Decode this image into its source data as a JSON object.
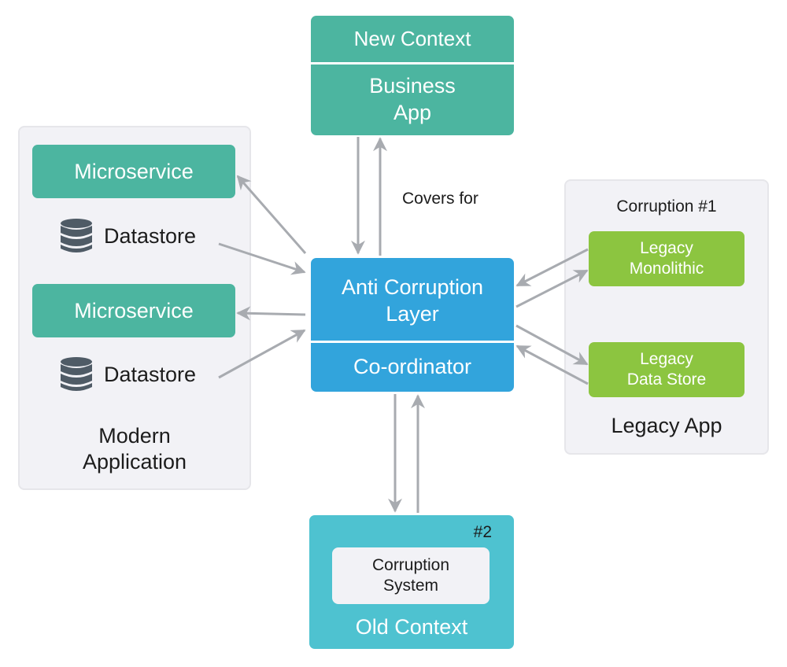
{
  "new_context": {
    "header": "New Context",
    "body": "Business\nApp",
    "color": "#4cb5a0"
  },
  "covers_for_label": "Covers for",
  "modern_app": {
    "title": "Modern\nApplication",
    "microservices": [
      {
        "label": "Microservice",
        "datastore": "Datastore"
      },
      {
        "label": "Microservice",
        "datastore": "Datastore"
      }
    ],
    "icon": "database-icon",
    "color": "#4cb5a0"
  },
  "acl": {
    "header": "Anti Corruption\nLayer",
    "footer": "Co-ordinator",
    "color": "#32a4dc"
  },
  "legacy_app": {
    "badge": "Corruption #1",
    "title": "Legacy App",
    "items": [
      {
        "label": "Legacy\nMonolithic"
      },
      {
        "label": "Legacy\nData Store"
      }
    ],
    "color": "#8cc540"
  },
  "old_context": {
    "badge": "#2",
    "inner": "Corruption\nSystem",
    "title": "Old Context",
    "color": "#4ec2d0"
  },
  "arrow_color": "#a8abb0"
}
